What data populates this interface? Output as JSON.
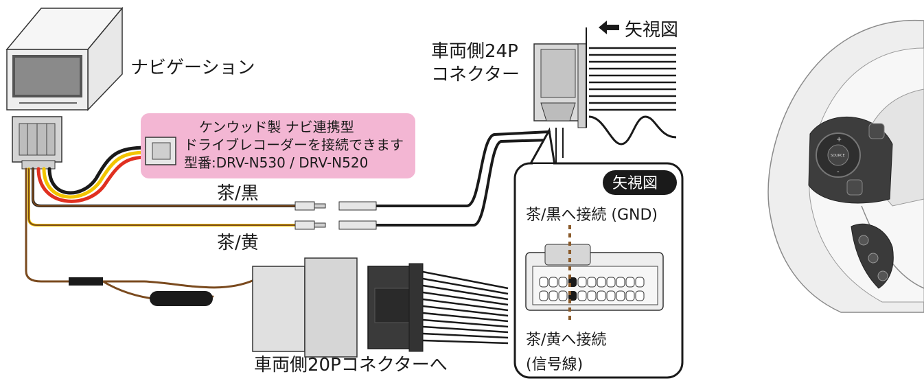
{
  "labels": {
    "navigation": "ナビゲーション",
    "vehicle_24p_line1": "車両側24P",
    "vehicle_24p_line2": "コネクター",
    "arrow_view_top": "矢視図",
    "note_line1": "ケンウッド製 ナビ連携型",
    "note_line2": "ドライブレコーダーを接続できます",
    "note_line3": "型番:DRV-N530 / DRV-N520",
    "wire_brown_black": "茶/黒",
    "wire_brown_yellow": "茶/黄",
    "vehicle_20p": "車両側20Pコネクターへ",
    "callout_badge": "矢視図",
    "callout_gnd": "茶/黒へ接続 (GND)",
    "callout_signal_line1": "茶/黄へ接続",
    "callout_signal_line2": "(信号線)"
  },
  "steering_buttons": {
    "source": "SOURCE",
    "plus": "+",
    "minus": "-"
  },
  "colors": {
    "note_bg": "#f3b6d3",
    "wire_red": "#e03020",
    "wire_yellow": "#f2c500",
    "wire_black": "#1a1a1a",
    "wire_brown": "#7a4a1e",
    "dashed_marker": "#8a5a2a"
  }
}
